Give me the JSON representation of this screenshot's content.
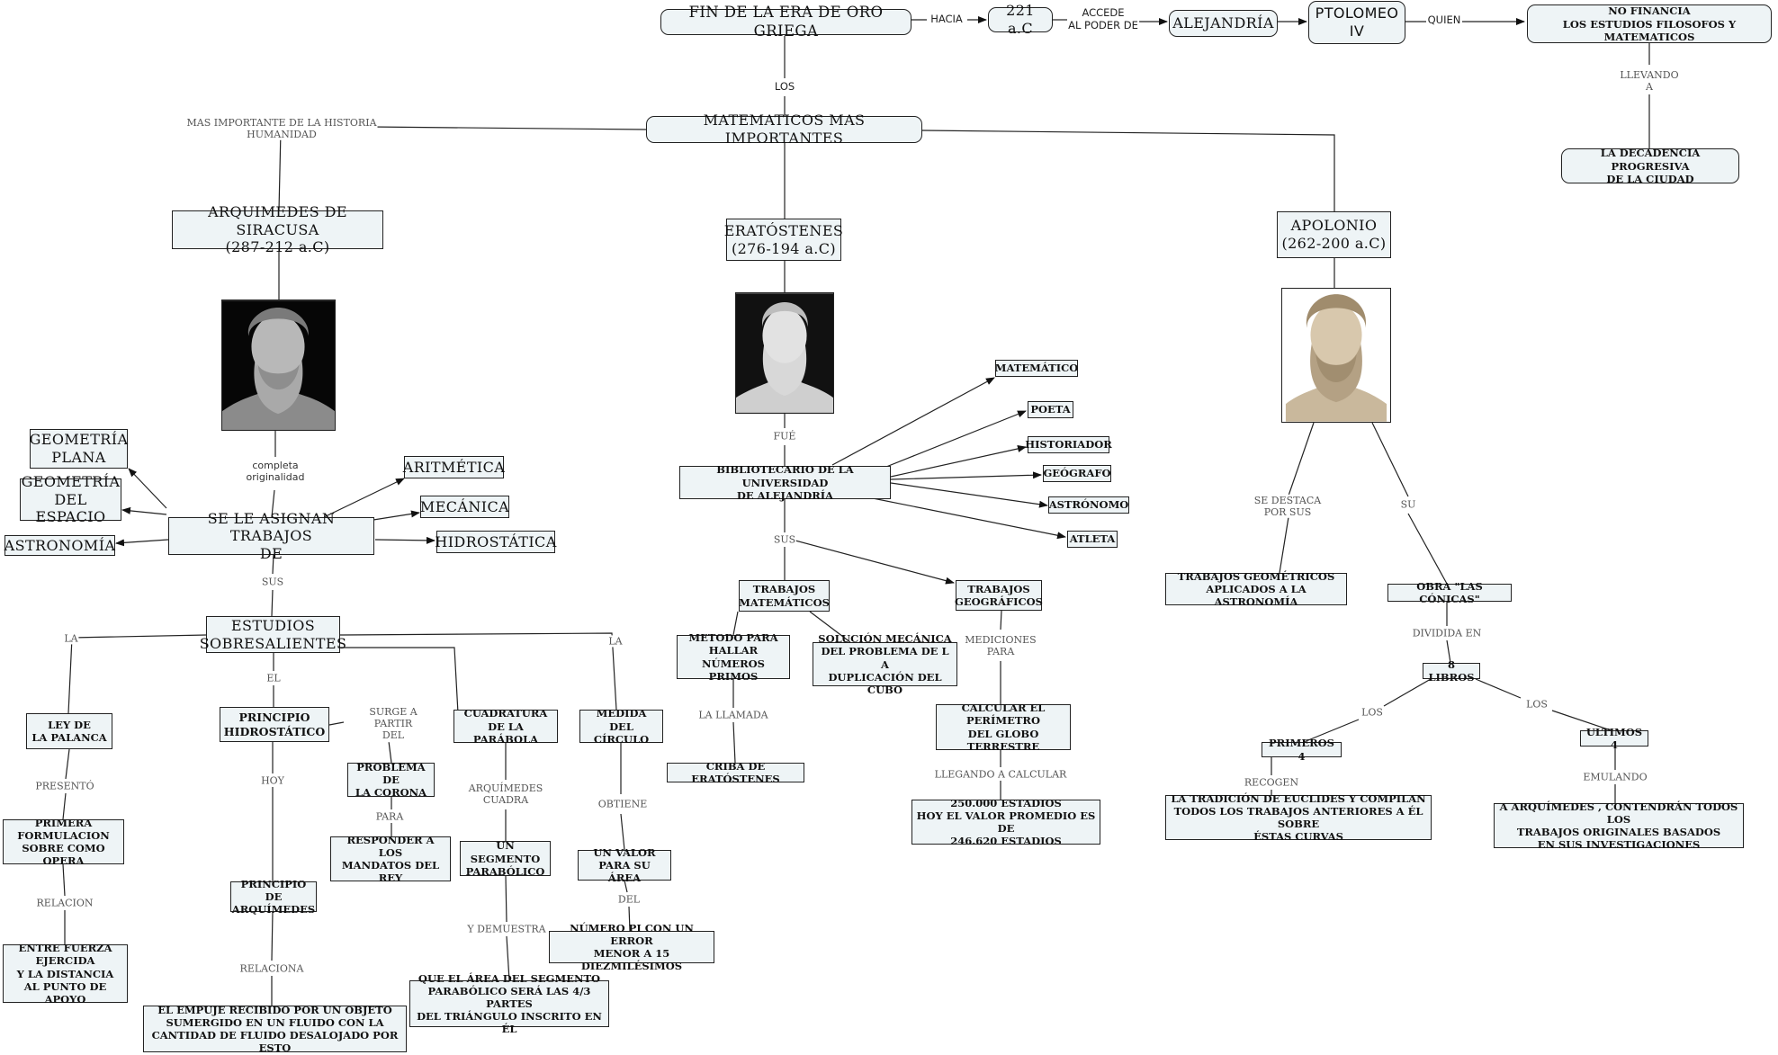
{
  "colors": {
    "node_fill": "#eef4f6",
    "line": "#222222",
    "label": "#555555"
  },
  "header_chain": {
    "fin_era": "FIN DE LA ERA DE ORO GRIEGA",
    "hacia": "HACIA",
    "year": "221 a.C",
    "accede": "ACCEDE\nAL PODER DE",
    "alejandria": "ALEJANDRÍA",
    "ptolomeo": "PTOLOMEO\nIV",
    "quien": "QUIEN",
    "no_financia": "NO FINANCIA\nLOS ESTUDIOS FILOSOFOS Y MATEMATICOS",
    "llevando": "LLEVANDO\nA",
    "decadencia": "LA DECADENCIA PROGRESIVA\nDE LA CIUDAD",
    "los": "LOS"
  },
  "center": {
    "title": "MATEMATICOS MAS IMPORTANTES",
    "left_label": "MAS IMPORTANTE DE LA HISTORIA\nHUMANIDAD"
  },
  "arquimedes": {
    "name": "ARQUIMEDES DE SIRACUSA\n(287-212 a.C)",
    "completa": "completa\noriginalidad",
    "se_le_asignan": "SE LE ASIGNAN TRABAJOS\nDE",
    "fields": {
      "geometria_plana": "GEOMETRÍA\nPLANA",
      "geometria_espacio": "GEOMETRÍA\nDEL ESPACIO",
      "astronomia": "ASTRONOMÍA",
      "aritmetica": "ARITMÉTICA",
      "mecanica": "MECÁNICA",
      "hidrostatica": "HIDROSTÁTICA"
    },
    "sus": "SUS",
    "estudios": "ESTUDIOS\nSOBRESALIENTES",
    "la_left": "LA",
    "el": "EL",
    "la_right": "LA",
    "ley_palanca": "LEY DE\nLA PALANCA",
    "presento": "PRESENTÓ",
    "primera_formulacion": "PRIMERA\nFORMULACION\nSOBRE COMO OPERA",
    "relacion": "RELACION",
    "entre_fuerza": "ENTRE FUERZA\nEJERCIDA\nY LA DISTANCIA\nAL PUNTO DE APOYO",
    "principio_hidro": "PRINCIPIO\nHIDROSTÁTICO",
    "surge": "SURGE A\nPARTIR\nDEL",
    "problema_corona": "PROBLEMA DE\nLA CORONA",
    "para": "PARA",
    "responder": "RESPONDER A\nLOS\nMANDATOS DEL REY",
    "hoy": "HOY",
    "principio_arq": "PRINCIPIO DE\nARQUÍMEDES",
    "relaciona": "RELACIONA",
    "empuje": "EL EMPUJE RECIBIDO POR UN OBJETO\nSUMERGIDO EN UN FLUIDO CON LA\nCANTIDAD DE FLUIDO DESALOJADO POR ESTO",
    "cuadratura": "CUADRATURA\nDE LA PARÁBOLA",
    "arq_cuadra": "ARQUÍMEDES\nCUADRA",
    "segmento": "UN SEGMENTO\nPARABÓLICO",
    "y_demuestra": "Y DEMUESTRA",
    "area_segmento": "QUE EL ÁREA DEL SEGMENTO\nPARABÓLICO SERÁ LAS 4/3 PARTES\nDEL TRIÁNGULO INSCRITO EN ÉL",
    "medida": "MEDIDA\nDEL CÍRCULO",
    "obtiene": "OBTIENE",
    "valor": "UN VALOR\nPARA SU ÁREA",
    "del": "DEL",
    "numero_pi": "NÚMERO PI CON UN ERROR\nMENOR A 15 DIEZMILÉSIMOS"
  },
  "eratostenes": {
    "name": "ERATÓSTENES\n(276-194 a.C)",
    "fue": "FUÉ",
    "bibliotecario": "BIBLIOTECARIO DE LA UNIVERSIDAD\nDE ALEJANDRÍA",
    "roles": {
      "matematico": "MATEMÁTICO",
      "poeta": "POETA",
      "historiador": "HISTORIADOR",
      "geografo": "GEÓGRAFO",
      "astronomo": "ASTRÓNOMO",
      "atleta": "ATLETA"
    },
    "sus": "SUS",
    "trabajos_mat": "TRABAJOS\nMATEMÁTICOS",
    "trabajos_geo": "TRABAJOS\nGEOGRÁFICOS",
    "metodo": "METODO PARA\nHALLAR NÚMEROS\nPRIMOS",
    "la_llamada": "LA LLAMADA",
    "criba": "CRIBA DE ERATÓSTENES",
    "solucion": "SOLUCIÓN MECÁNICA\nDEL PROBLEMA DE L A\nDUPLICACIÓN DEL CUBO",
    "mediciones": "MEDICIONES\nPARA",
    "calcular": "CALCULAR EL\nPERÍMETRO\nDEL GLOBO TERRESTRE",
    "llegando": "LLEGANDO A CALCULAR",
    "estadios": "250.000 ESTADIOS\nHOY EL VALOR PROMEDIO ES DE\n246.620 ESTADIOS"
  },
  "apolonio": {
    "name": "APOLONIO\n(262-200 a.C)",
    "se_destaca": "SE DESTACA\nPOR  SUS",
    "su": "SU",
    "trabajos_geo": "TRABAJOS GEOMÉTRICOS\nAPLICADOS A LA ASTRONOMÍA",
    "obra": "OBRA \"LAS CÓNICAS\"",
    "dividida": "DIVIDIDA EN",
    "libros": "8 LIBROS",
    "los_left": "LOS",
    "los_right": "LOS",
    "primeros": "PRIMEROS 4",
    "ultimos": "ULTIMOS 4",
    "recogen": "RECOGEN",
    "emulando": "EMULANDO",
    "tradicion": "LA TRADICIÓN DE EUCLIDES Y COMPILAN\nTODOS LOS TRABAJOS ANTERIORES A ÉL SOBRE\nÉSTAS CURVAS",
    "a_arquimedes": "A ARQUÍMEDES , CONTENDRÁN TODOS LOS\nTRABAJOS ORIGINALES BASADOS\nEN SUS INVESTIGACIONES"
  },
  "portraits": {
    "arquimedes": "bust-portrait-icon",
    "eratostenes": "bust-portrait-icon",
    "apolonio": "bust-portrait-icon"
  }
}
